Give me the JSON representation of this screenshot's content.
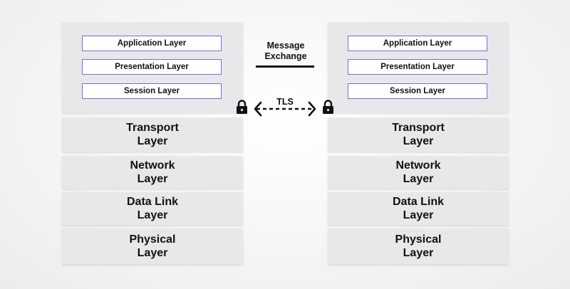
{
  "left_stack": {
    "upper_layers": [
      "Application Layer",
      "Presentation Layer",
      "Session Layer"
    ],
    "lower_layers": [
      "Transport\nLayer",
      "Network\nLayer",
      "Data Link\nLayer",
      "Physical\nLayer"
    ]
  },
  "right_stack": {
    "upper_layers": [
      "Application Layer",
      "Presentation Layer",
      "Session Layer"
    ],
    "lower_layers": [
      "Transport\nLayer",
      "Network\nLayer",
      "Data Link\nLayer",
      "Physical\nLayer"
    ]
  },
  "center": {
    "message_label": "Message\nExchange",
    "tls_label": "TLS"
  },
  "colors": {
    "block_fill": "#e8e8ea",
    "inner_border": "#7d6bd6",
    "text": "#111111"
  },
  "icons": {
    "lock": "lock-icon",
    "arrow": "double-arrow-dashed"
  }
}
